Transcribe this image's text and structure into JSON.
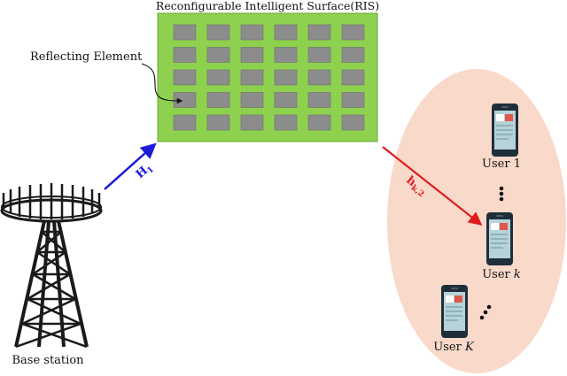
{
  "ris": {
    "title": "Reconfigurable Intelligent Surface(RIS)",
    "element_label": "Reflecting Element",
    "grid_rows": 5,
    "grid_cols": 6,
    "surface_color": "#8ed14e",
    "element_color": "#8c8c8c"
  },
  "base_station": {
    "label": "Base station"
  },
  "channels": {
    "bs_to_ris": {
      "label": "H",
      "subscript": "1",
      "color": "#1a1ad9"
    },
    "ris_to_user": {
      "label": "h",
      "subscript": "k,2",
      "color": "#e01b1b"
    }
  },
  "users": {
    "region_color": "#f9d9ca",
    "items": [
      {
        "name": "User ",
        "index": "1"
      },
      {
        "name": "User ",
        "index": "k"
      },
      {
        "name": "User ",
        "index": "K"
      }
    ]
  },
  "colors": {
    "phone_body": "#1f2f3a",
    "phone_screen": "#b5d3d8",
    "phone_accent": "#e2574c"
  }
}
